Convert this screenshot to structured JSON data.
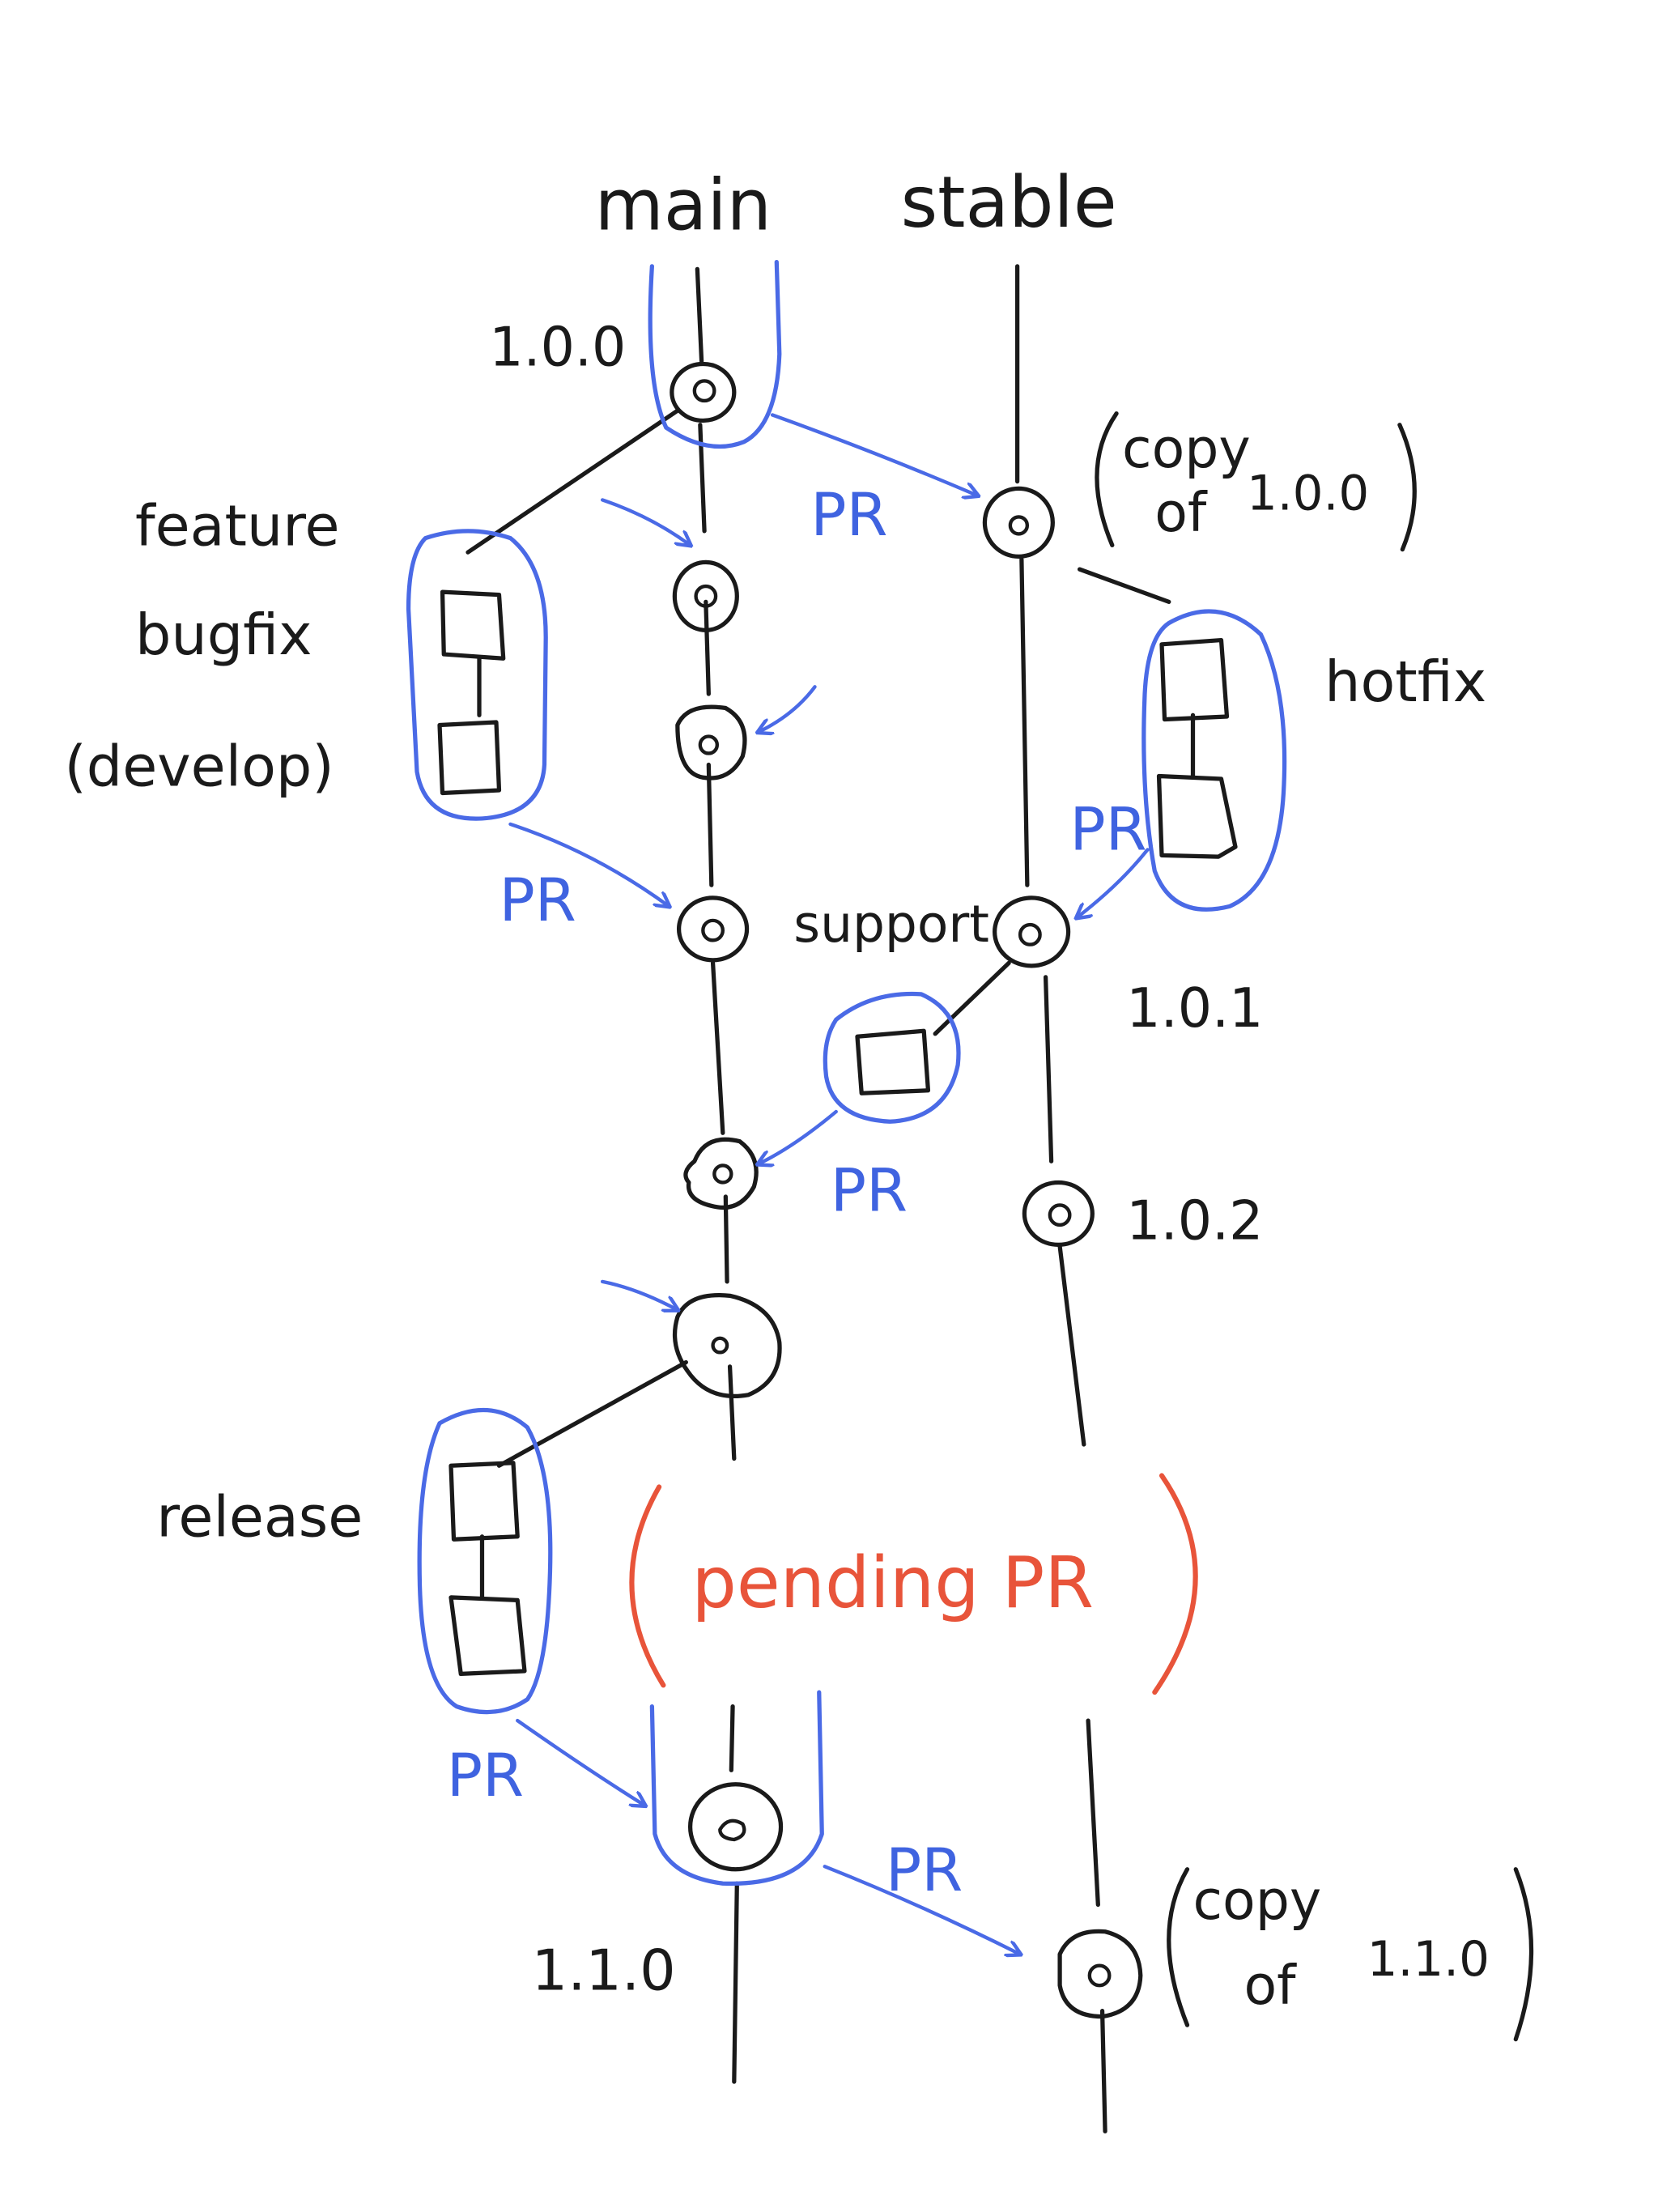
{
  "branches": {
    "main": "main",
    "stable": "stable"
  },
  "labels": {
    "feature": "feature",
    "bugfix": "bugfix",
    "develop": "(develop)",
    "hotfix": "hotfix",
    "support": "support",
    "release": "release",
    "pending_pr": "pending  PR",
    "copy_line1": "copy",
    "copy_of": "of",
    "copy_ver_100": "1.0.0",
    "copy_ver_110": "1.1.0"
  },
  "versions": {
    "v100": "1.0.0",
    "v101": "1.0.1",
    "v102": "1.0.2",
    "v110": "1.1.0"
  },
  "pr_label": "PR",
  "colors": {
    "ink": "#1a1a1a",
    "pr_blue": "#4a6ae6",
    "pending_red": "#e8543a"
  }
}
